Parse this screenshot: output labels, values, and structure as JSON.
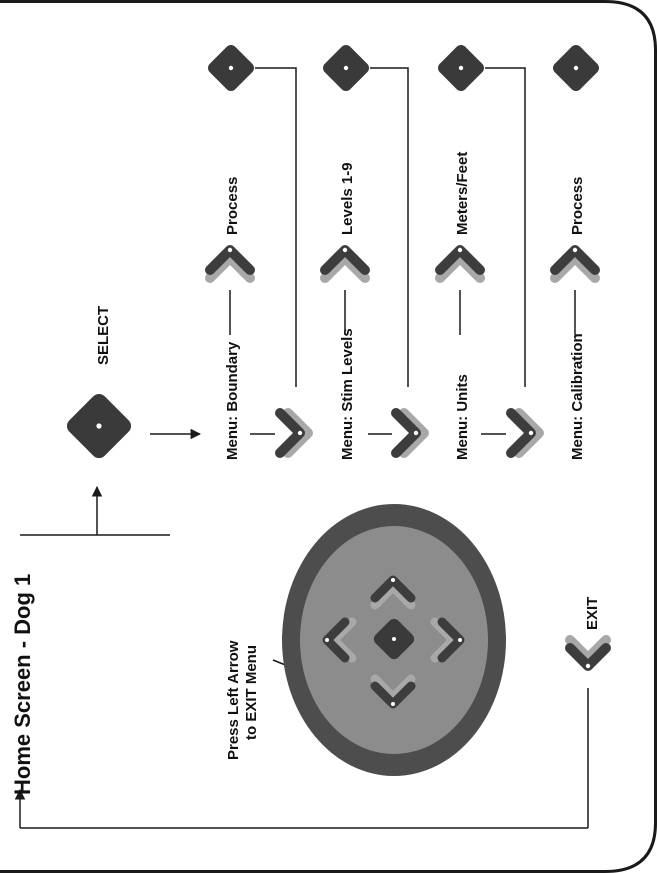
{
  "title": "Home Screen - Dog 1",
  "select_label": "SELECT",
  "exit_label": "EXIT",
  "hint": {
    "line1": "Press Left Arrow",
    "line2": "to EXIT Menu"
  },
  "menu_rows": [
    {
      "menu": "Menu: Boundary",
      "option": "Process"
    },
    {
      "menu": "Menu: Stim Levels",
      "option": "Levels 1-9"
    },
    {
      "menu": "Menu: Units",
      "option": "Meters/Feet"
    },
    {
      "menu": "Menu: Calibration",
      "option": "Process"
    }
  ],
  "colors": {
    "line": "#1a1a1a",
    "button_dark": "#3a3a3a",
    "chevron_dark": "#3d3d3d",
    "chevron_light": "#a8a8a8",
    "pad_outer": "#4d4d4d",
    "pad_inner": "#8c8c8c"
  }
}
